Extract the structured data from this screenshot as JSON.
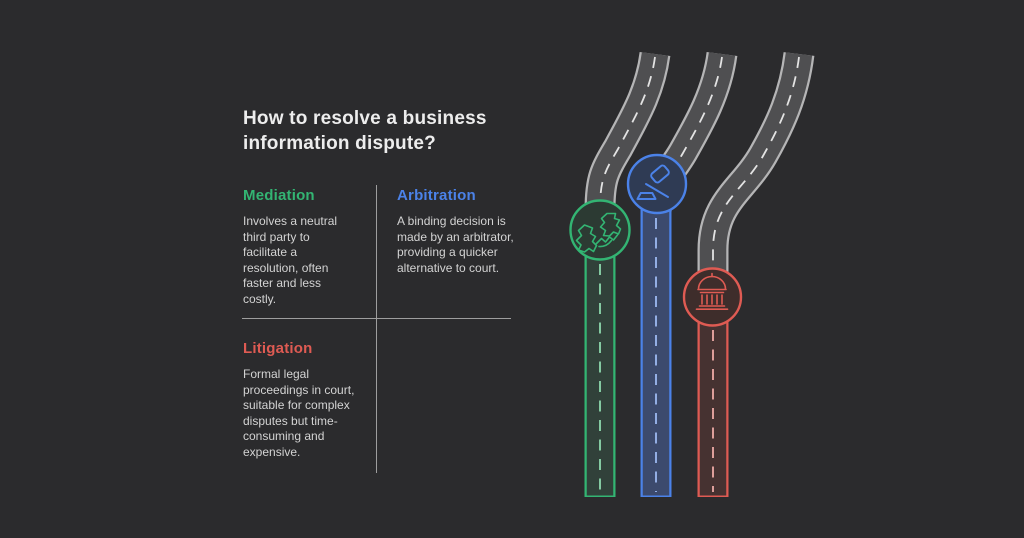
{
  "title": "How to resolve a business information dispute?",
  "methods": [
    {
      "name": "Mediation",
      "description": "Involves a neutral third party to facilitate a resolution, often faster and less costly.",
      "color": "#33b573",
      "icon": "handshake-icon"
    },
    {
      "name": "Arbitration",
      "description": "A binding decision is made by an arbitrator, providing a quicker alternative to court.",
      "color": "#4b82e8",
      "icon": "gavel-icon"
    },
    {
      "name": "Litigation",
      "description": "Formal legal proceedings in court, suitable for complex disputes but time-consuming and expensive.",
      "color": "#df5b53",
      "icon": "courthouse-icon"
    }
  ],
  "colors": {
    "background": "#2b2b2d",
    "title_text": "#ededed",
    "body_text": "#d3d3d3",
    "divider": "#9e9e9e",
    "road_surface": "#4f4f51",
    "road_edge": "#b5b5b6",
    "road_dash": "#e3e3e3"
  }
}
